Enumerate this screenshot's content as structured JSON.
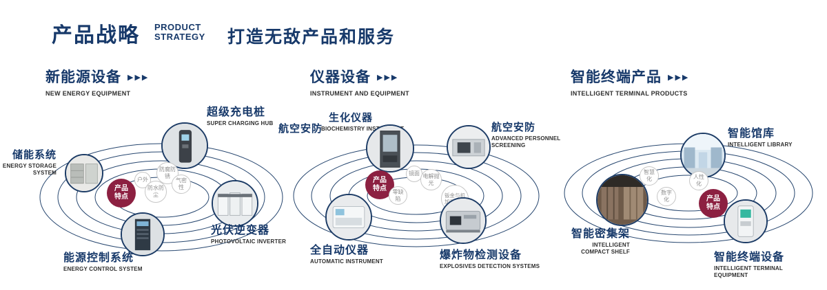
{
  "header": {
    "title_cn": "产品战略",
    "title_en_line1": "PRODUCT",
    "title_en_line2": "STRATEGY",
    "tagline": "打造无敌产品和服务"
  },
  "icons": {
    "triple_arrow": "▶▶▶"
  },
  "colors": {
    "accent_navy": "#17396a",
    "chip_maroon": "#8c2041",
    "bubble_gray": "#8f8f8f"
  },
  "sections": [
    {
      "title_cn": "新能源设备",
      "title_en": "NEW ENERGY EQUIPMENT",
      "center_chip": "产品特点",
      "features": [
        "防腐防锈",
        "户外",
        "气密性",
        "防水防尘"
      ],
      "products": [
        {
          "name_cn": "超级充电桩",
          "name_en": "SUPER CHARGING HUB"
        },
        {
          "name_cn": "储能系统",
          "name_en": "ENERGY STORAGE SYSTEM"
        },
        {
          "name_cn": "光伏逆变器",
          "name_en": "PHOTOVOLTAIC INVERTER"
        },
        {
          "name_cn": "能源控制系统",
          "name_en": "ENERGY CONTROL SYSTEM"
        }
      ]
    },
    {
      "title_cn": "仪器设备",
      "title_en": "INSTRUMENT AND EQUIPMENT",
      "side_label": "航空安防",
      "center_chip": "产品特点",
      "features": [
        "镜面",
        "电解抛光",
        "零缺陷",
        "钣金与机加工结合"
      ],
      "products": [
        {
          "name_cn": "生化仪器",
          "name_en": "BIOCHEMISTRY INSTRUMENT"
        },
        {
          "name_cn": "航空安防",
          "name_en": "ADVANCED PERSONNEL SCREENING"
        },
        {
          "name_cn": "全自动仪器",
          "name_en": "AUTOMATIC INSTRUMENT"
        },
        {
          "name_cn": "爆炸物检测设备",
          "name_en": "EXPLOSIVES DETECTION SYSTEMS"
        }
      ]
    },
    {
      "title_cn": "智能终端产品",
      "title_en": "INTELLIGENT TERMINAL PRODUCTS",
      "center_chip": "产品特点",
      "features": [
        "智慧化",
        "人性化",
        "数字化"
      ],
      "products": [
        {
          "name_cn": "智能馆库",
          "name_en": "INTELLIGENT LIBRARY"
        },
        {
          "name_cn": "智能密集架",
          "name_en": "INTELLIGENT COMPACT SHELF"
        },
        {
          "name_cn": "智能终端设备",
          "name_en": "INTELLIGENT TERMINAL EQUIPMENT"
        }
      ]
    }
  ]
}
